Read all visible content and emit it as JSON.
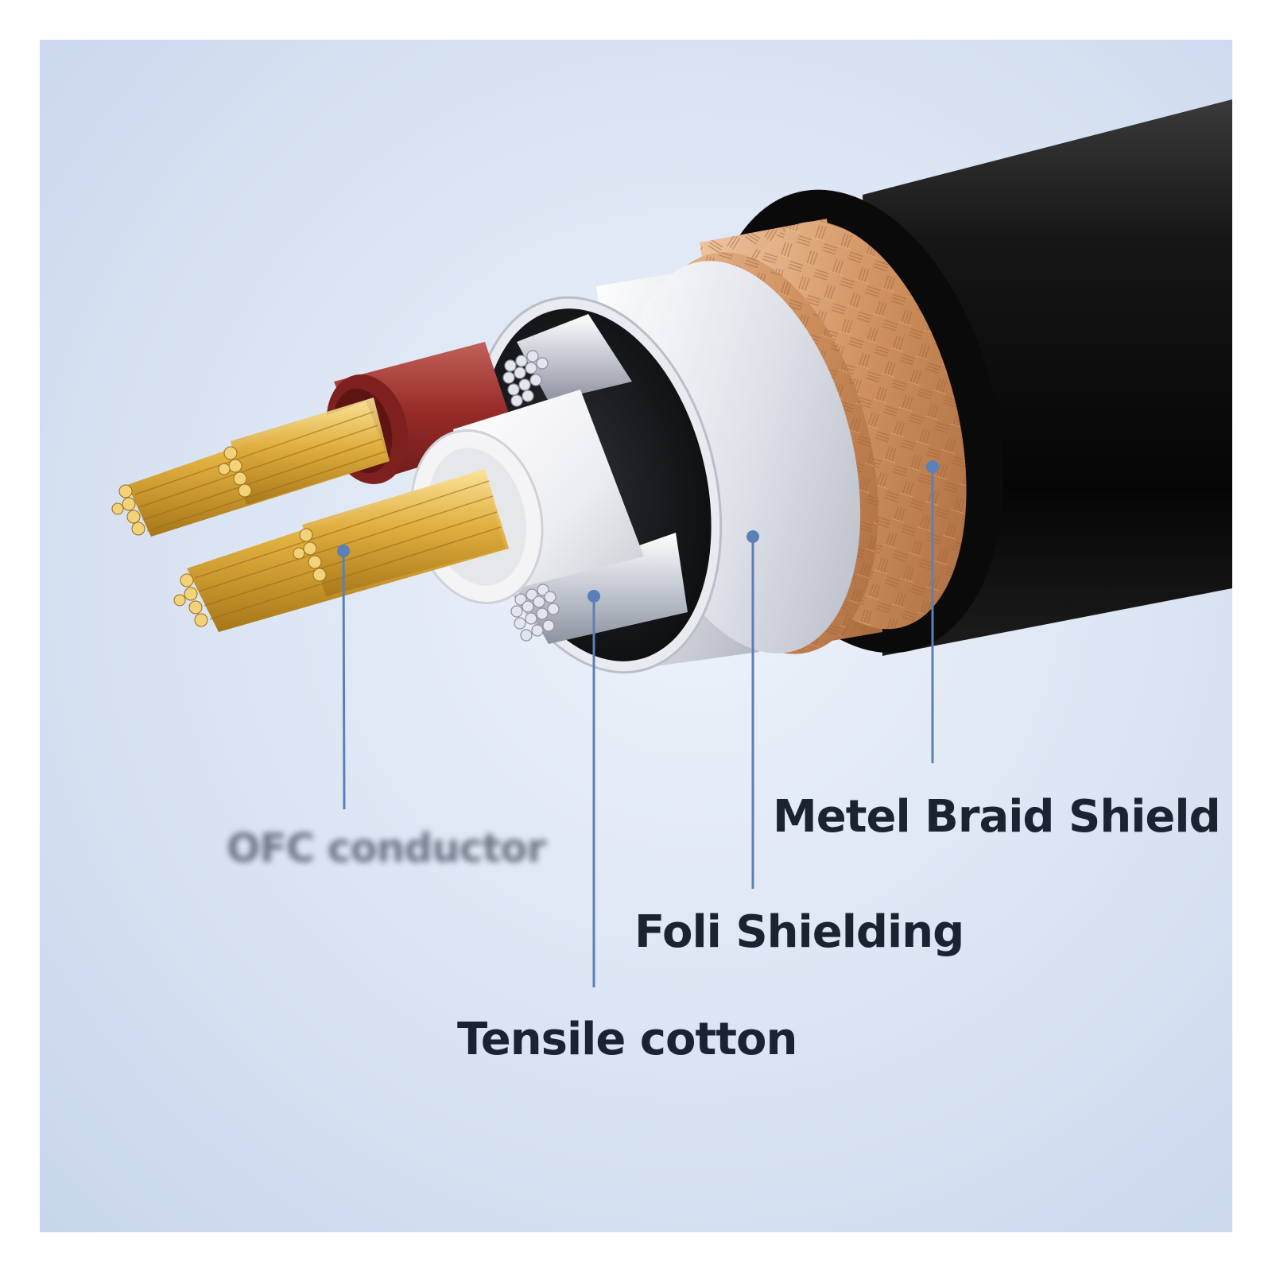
{
  "image": {
    "description_labels": {
      "ofc_conductor": "OFC conductor",
      "metal_braid_shield": "Metel Braid Shield",
      "foil_shielding": "Foli Shielding",
      "tensile_cotton": "Tensile cotton"
    },
    "colors": {
      "background": "#dde6f4",
      "leader_line": "#5b80b8",
      "jacket": "#111111",
      "braid": "#c8875a",
      "foil": "#d8dbe2",
      "red_insulation": "#9a2f2c",
      "white_insulation": "#f2f2f2",
      "gold_conductor": "#e3b544",
      "tinned_strands": "#c9ced8"
    }
  }
}
